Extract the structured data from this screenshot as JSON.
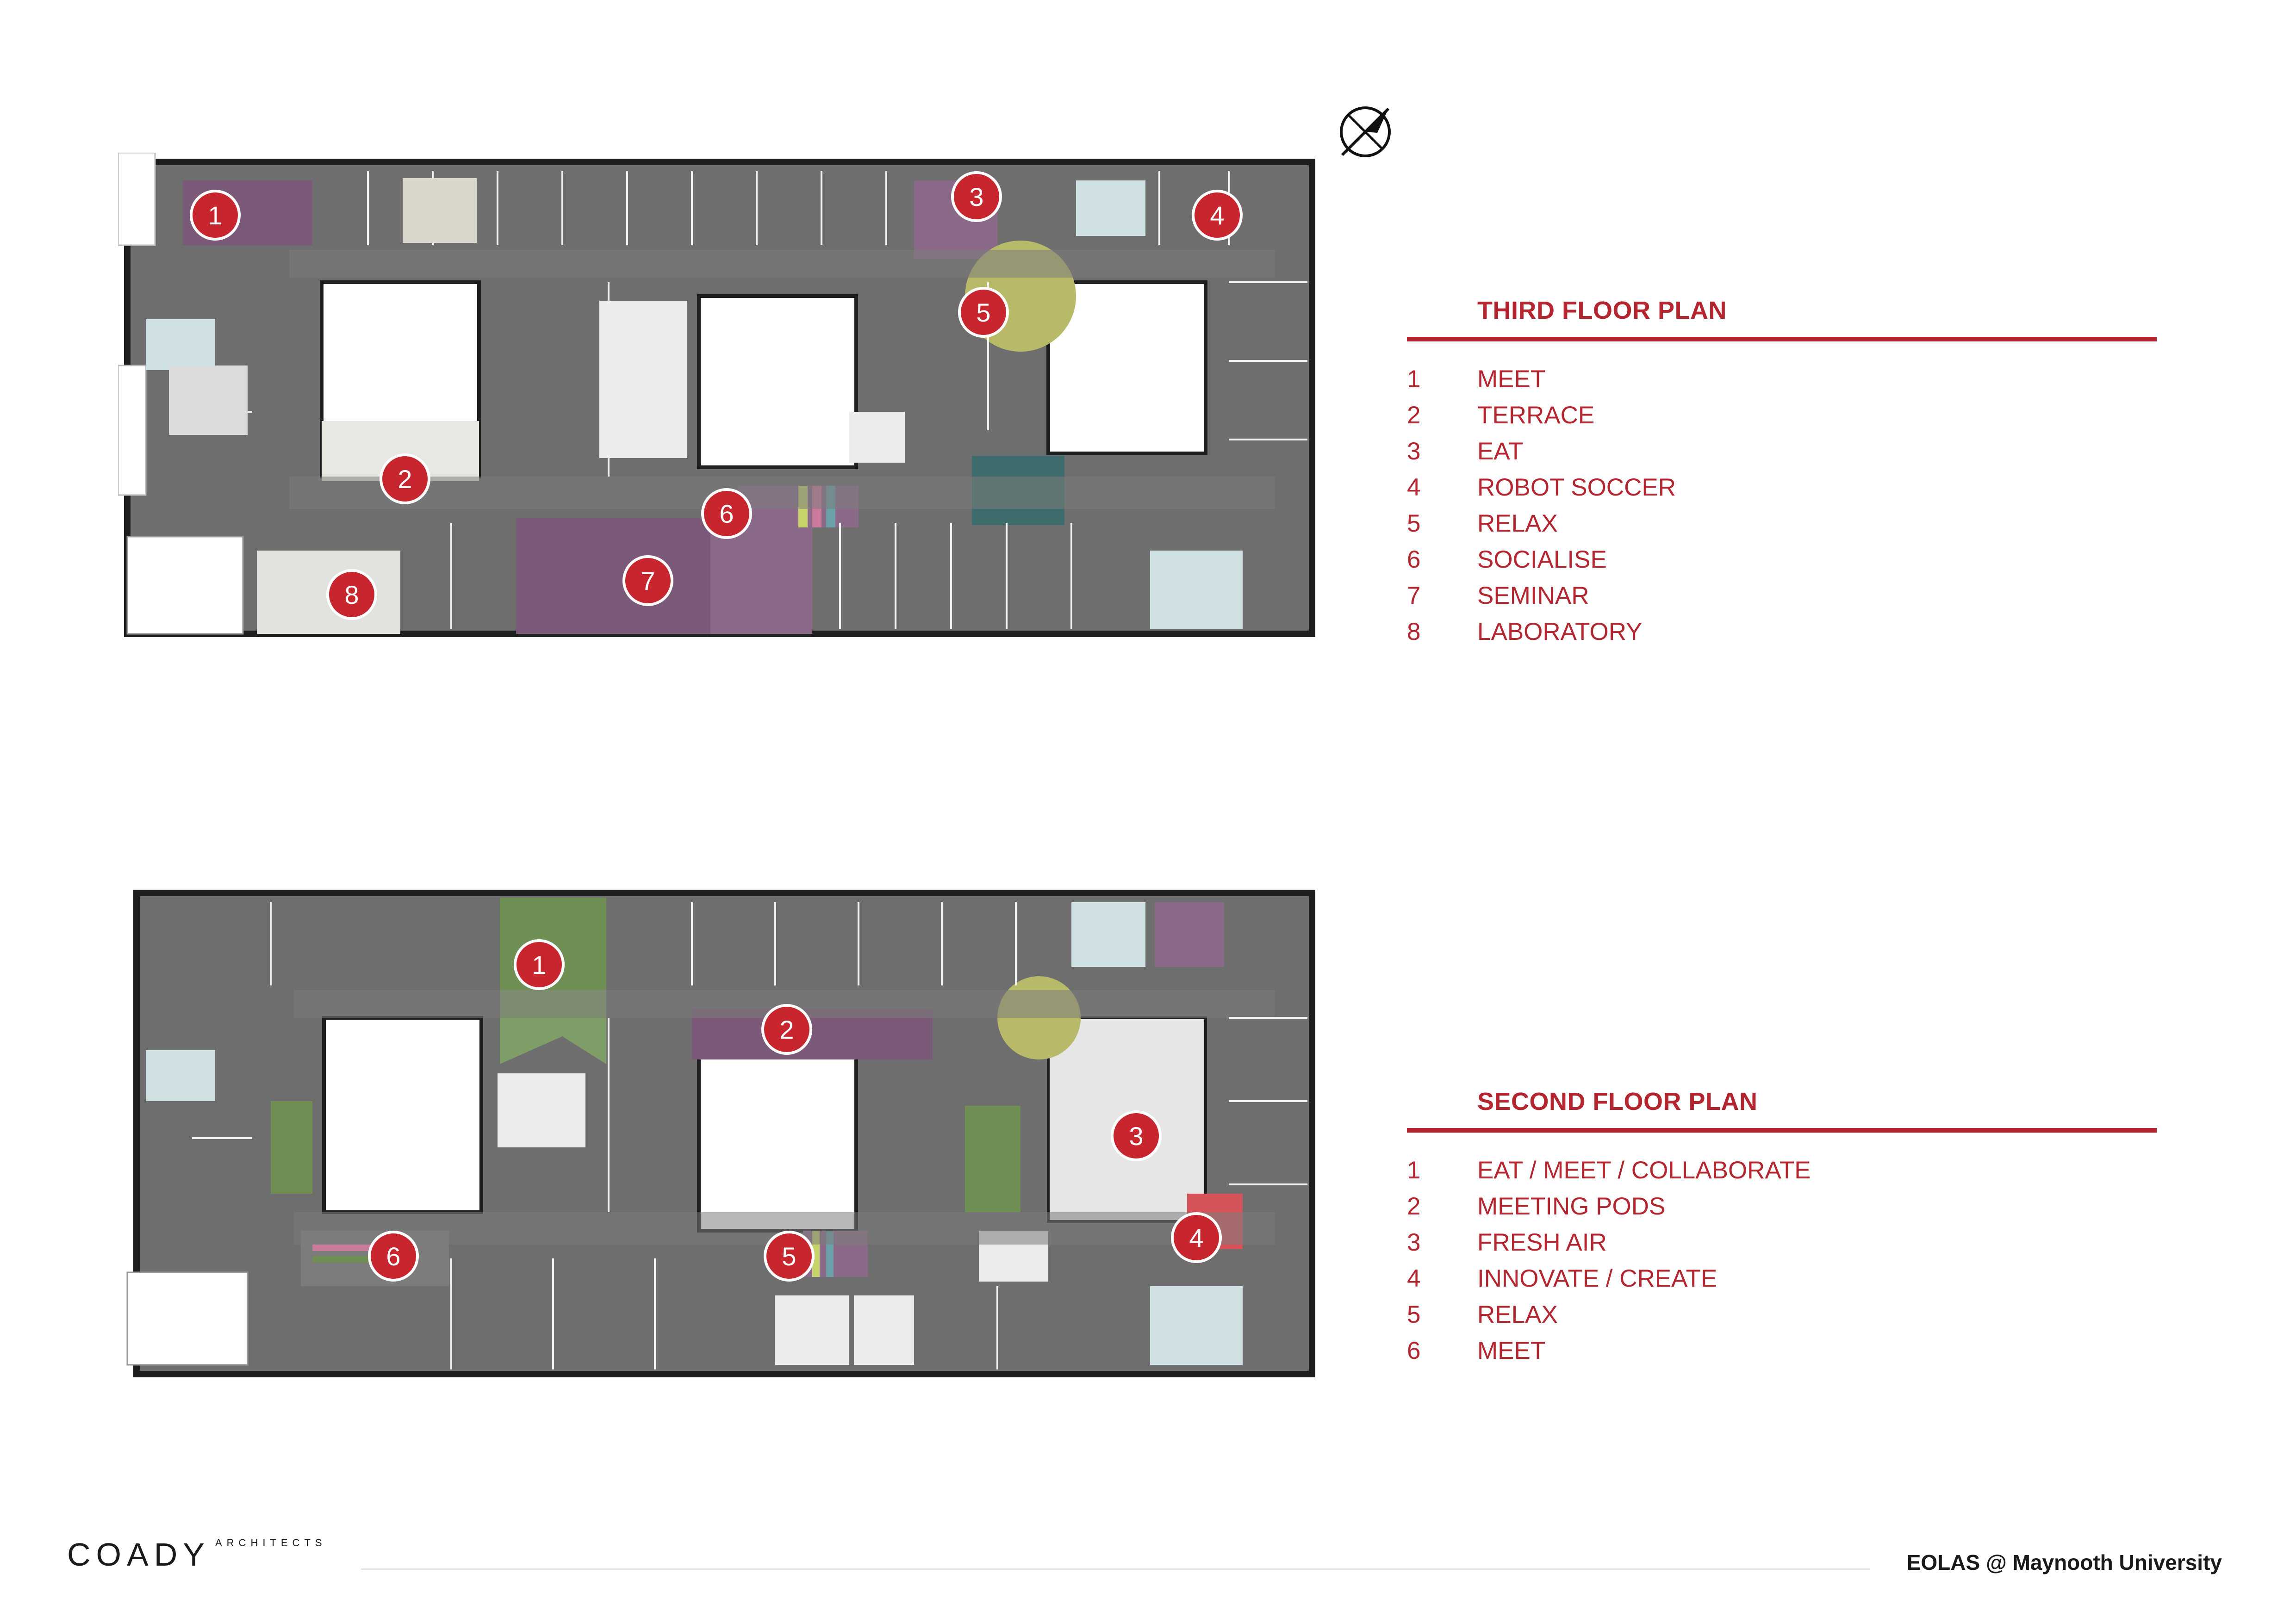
{
  "third_floor": {
    "title": "THIRD FLOOR PLAN",
    "items": [
      {
        "num": "1",
        "label": "MEET"
      },
      {
        "num": "2",
        "label": "TERRACE"
      },
      {
        "num": "3",
        "label": "EAT"
      },
      {
        "num": "4",
        "label": "ROBOT SOCCER"
      },
      {
        "num": "5",
        "label": "RELAX"
      },
      {
        "num": "6",
        "label": "SOCIALISE"
      },
      {
        "num": "7",
        "label": "SEMINAR"
      },
      {
        "num": "8",
        "label": "LABORATORY"
      }
    ]
  },
  "second_floor": {
    "title": "SECOND FLOOR PLAN",
    "items": [
      {
        "num": "1",
        "label": "EAT / MEET / COLLABORATE"
      },
      {
        "num": "2",
        "label": "MEETING PODS"
      },
      {
        "num": "3",
        "label": "FRESH AIR"
      },
      {
        "num": "4",
        "label": "INNOVATE / CREATE"
      },
      {
        "num": "5",
        "label": "RELAX"
      },
      {
        "num": "6",
        "label": "MEET"
      }
    ]
  },
  "footer": {
    "logo": "COADY",
    "logo_sub": "ARCHITECTS",
    "project": "EOLAS @ Maynooth University"
  },
  "colors": {
    "accent": "#b3252f",
    "floor": "#6e6e6e",
    "wall": "#1e1e1e",
    "meet_purple": "#7a5a78",
    "relax_olive": "#b9b96a",
    "green": "#6f8f55",
    "teal": "#3e6b6b",
    "pale_blue": "#cfe0e3"
  },
  "icons": [
    "north-arrow-icon"
  ]
}
